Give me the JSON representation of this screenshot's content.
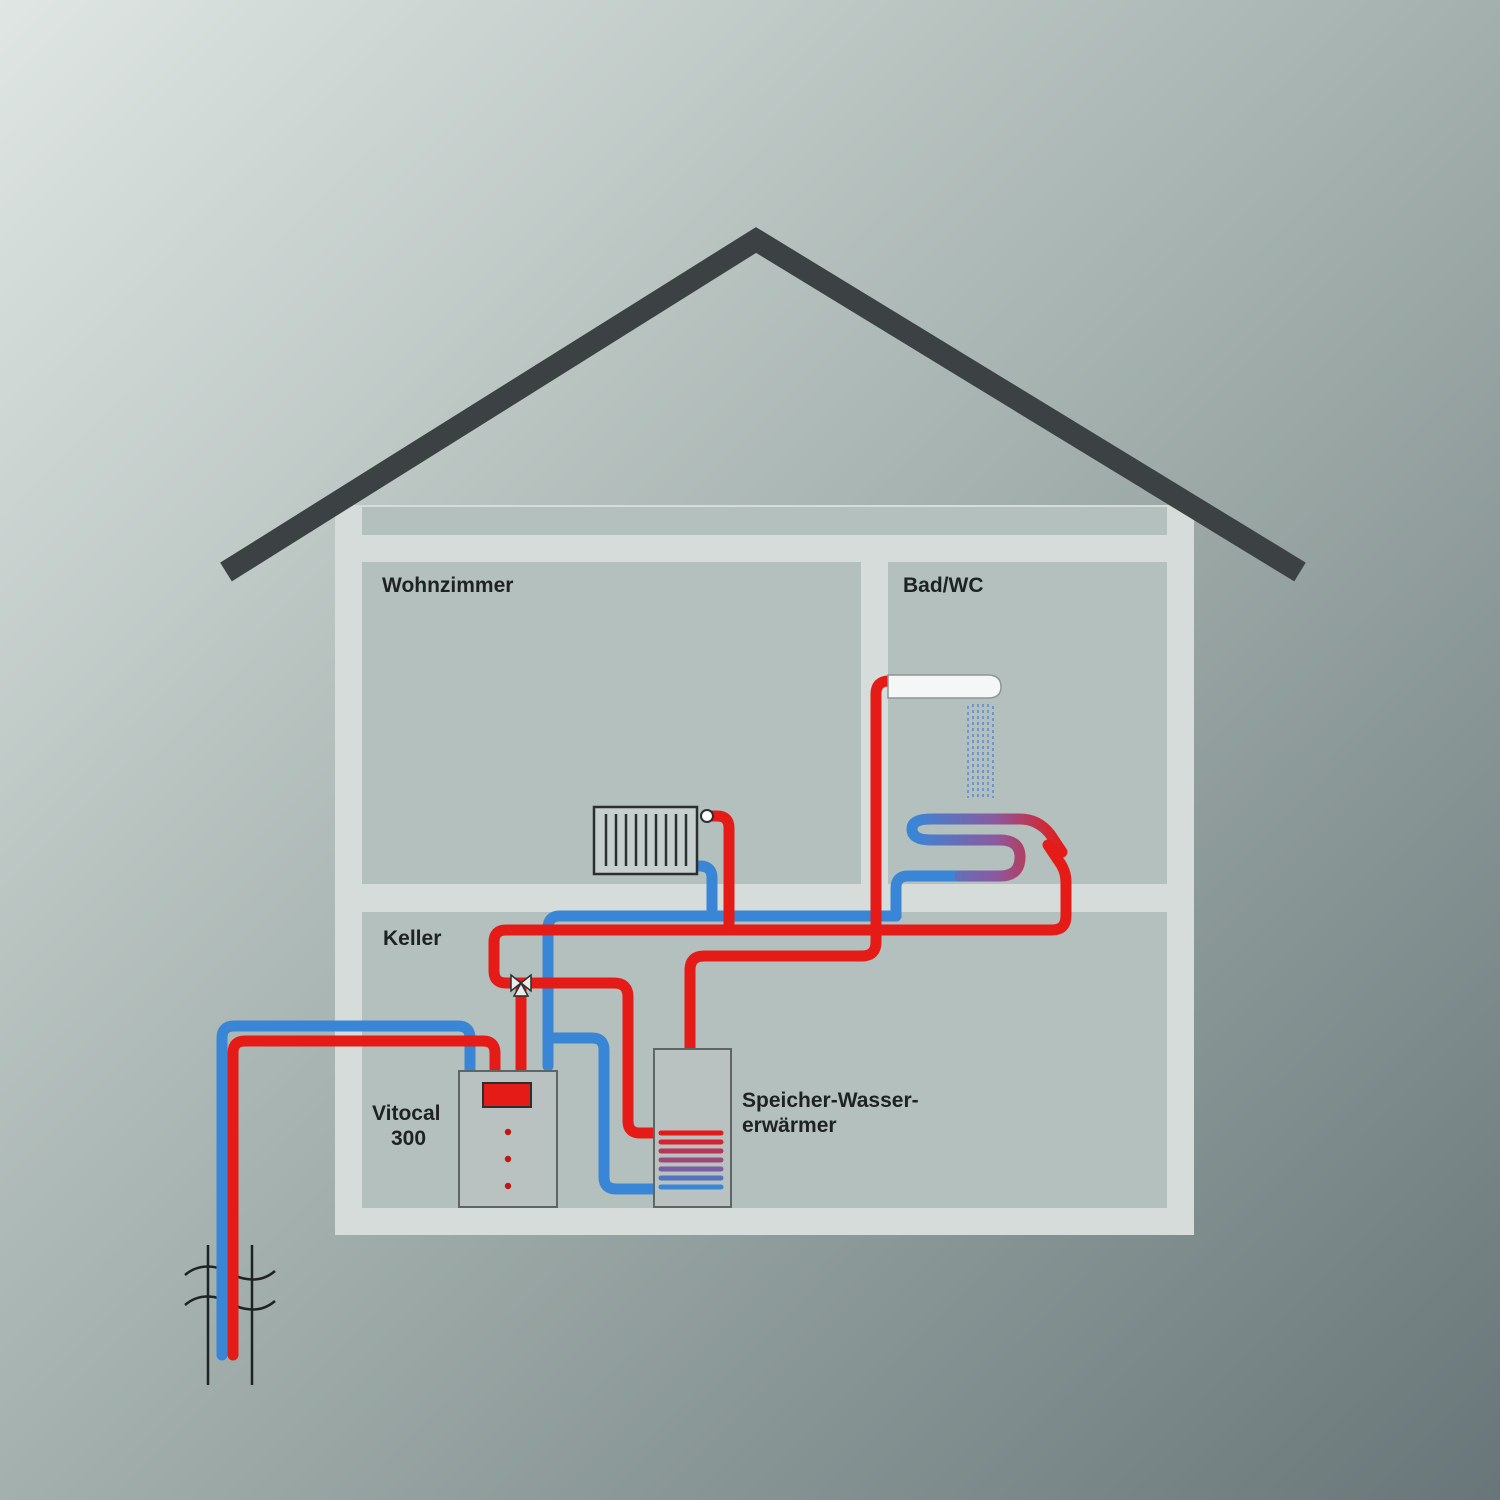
{
  "labels": {
    "wohnzimmer": "Wohnzimmer",
    "bad_wc": "Bad/WC",
    "keller": "Keller",
    "vitocal_line1": "Vitocal",
    "vitocal_line2": "300",
    "speicher_line1": "Speicher-Wasser-",
    "speicher_line2": "erwärmer"
  },
  "colors": {
    "background_light": "#dfe6e3",
    "background_mid": "#a3b0ad",
    "background_dark": "#687679",
    "roof": "#3c4243",
    "wall": "#d5dcda",
    "room_fill": "#b3c0bd",
    "hot_pipe": "#e41b17",
    "cold_pipe": "#3a86d6",
    "unit_fill": "#b9c2c0",
    "unit_stroke": "#5d6566"
  },
  "icons": {
    "roof": "roof-shape",
    "radiator": "radiator-icon",
    "shower": "shower-head-icon",
    "valve": "three-way-valve-icon",
    "heat_pump": "heat-pump-unit",
    "water_heater": "water-storage-heater",
    "ground_probe": "ground-probe-break-symbol"
  }
}
